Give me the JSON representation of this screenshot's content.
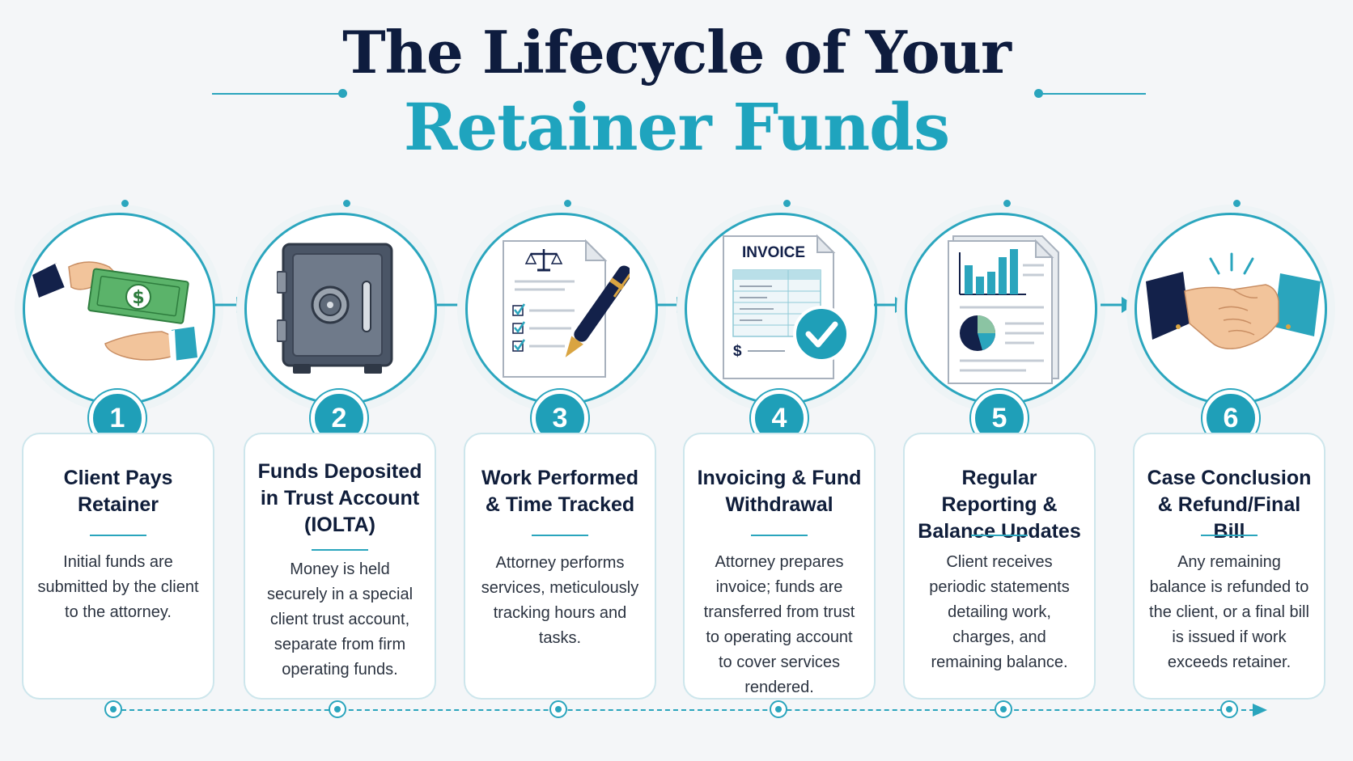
{
  "title": {
    "line1": "The Lifecycle of Your",
    "line2": "Retainer Funds"
  },
  "colors": {
    "navy": "#0e1c3e",
    "teal": "#1fa4be",
    "teal_light": "#cde6ec",
    "background": "#f4f6f8"
  },
  "steps": [
    {
      "number": "1",
      "title": "Client Pays Retainer",
      "body": "Initial funds are submitted by the client to the attorney.",
      "icon": "money-handoff-icon",
      "icon_text": "$"
    },
    {
      "number": "2",
      "title": "Funds Deposited in Trust Account (IOLTA)",
      "body": "Money is held securely in a special client trust account, separate from firm operating funds.",
      "icon": "safe-icon"
    },
    {
      "number": "3",
      "title": "Work Performed & Time Tracked",
      "body": "Attorney performs services, meticulously tracking hours and tasks.",
      "icon": "legal-document-pen-icon"
    },
    {
      "number": "4",
      "title": "Invoicing & Fund Withdrawal",
      "body": "Attorney prepares invoice; funds are transferred from trust to operating account to cover services rendered.",
      "icon": "invoice-check-icon",
      "icon_text": "INVOICE",
      "icon_currency": "$"
    },
    {
      "number": "5",
      "title": "Regular Reporting & Balance Updates",
      "body": "Client receives periodic statements detailing work, charges, and remaining balance.",
      "icon": "report-chart-icon"
    },
    {
      "number": "6",
      "title": "Case Conclusion & Refund/Final Bill",
      "body": "Any remaining balance is refunded to the client, or a final bill is issued if work exceeds retainer.",
      "icon": "handshake-icon"
    }
  ]
}
